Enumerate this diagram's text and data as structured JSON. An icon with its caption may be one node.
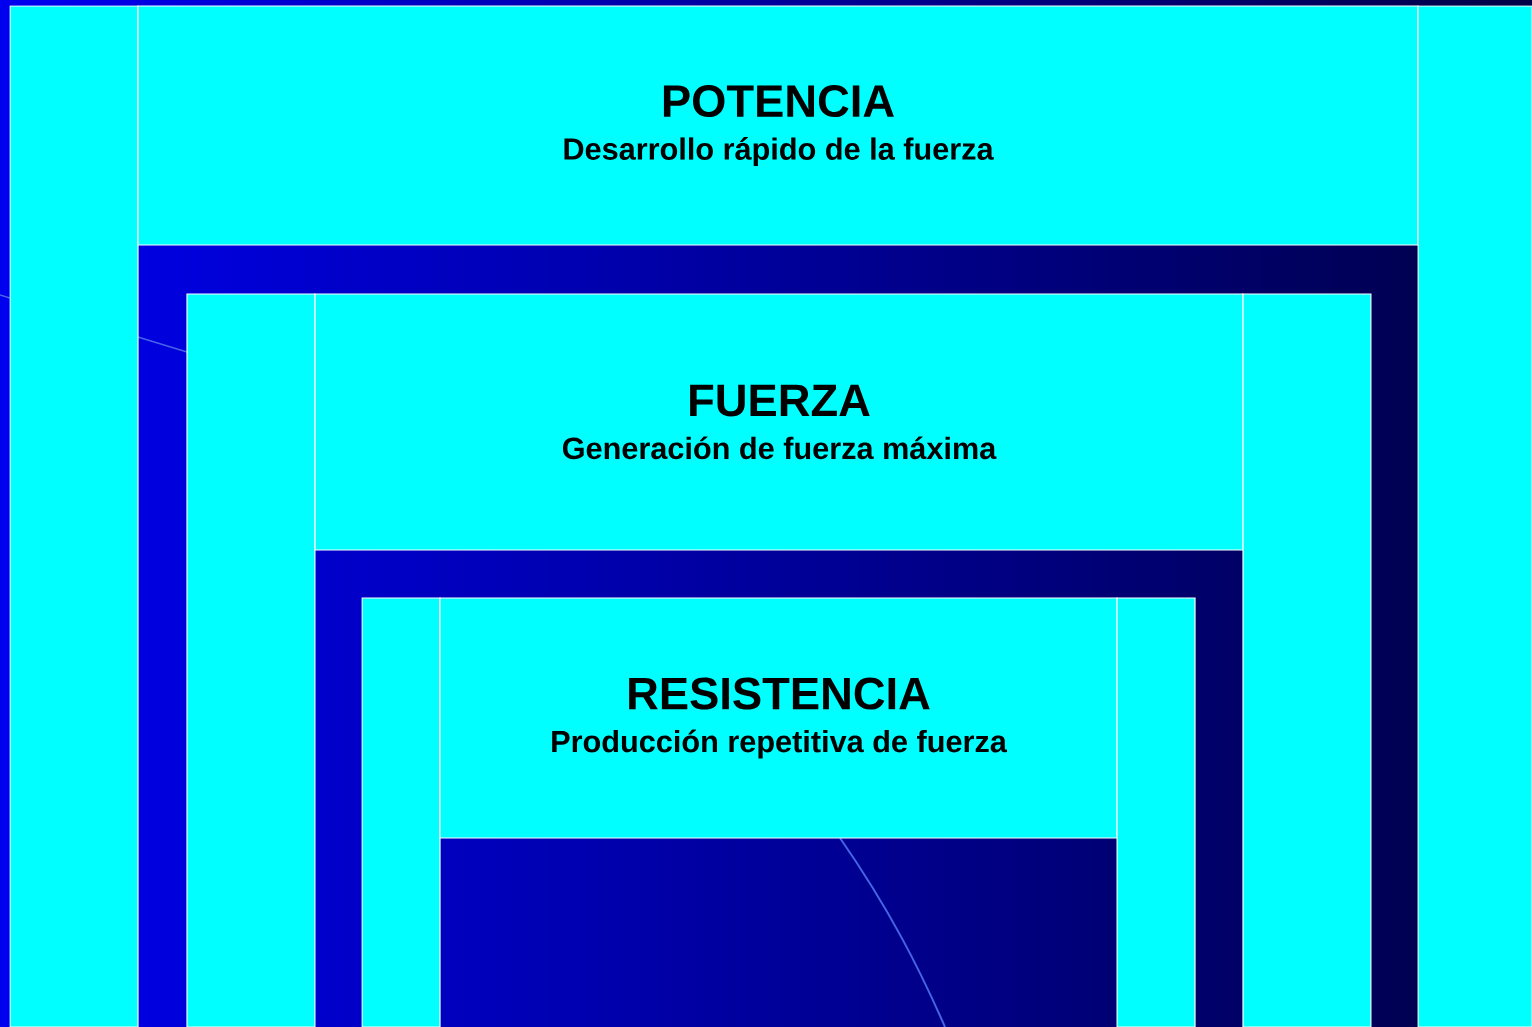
{
  "diagram": {
    "nodes": [
      {
        "text": [],
        "shape": "box"
      },
      {
        "text": [
          "POTENCIA",
          "Desarrollo rápido de la fuerza"
        ]
      },
      {
        "text": [],
        "shape": "box"
      },
      {
        "text": [],
        "shape": "box"
      },
      {
        "text": [
          "FUERZA",
          "Generación de fuerza máxima"
        ]
      },
      {
        "text": [],
        "shape": "box"
      },
      {
        "text": [],
        "shape": "box"
      },
      {
        "text": [
          "RESISTENCIA",
          "Producción repetitiva de fuerza"
        ]
      },
      {
        "text": [],
        "shape": "box"
      }
    ]
  }
}
